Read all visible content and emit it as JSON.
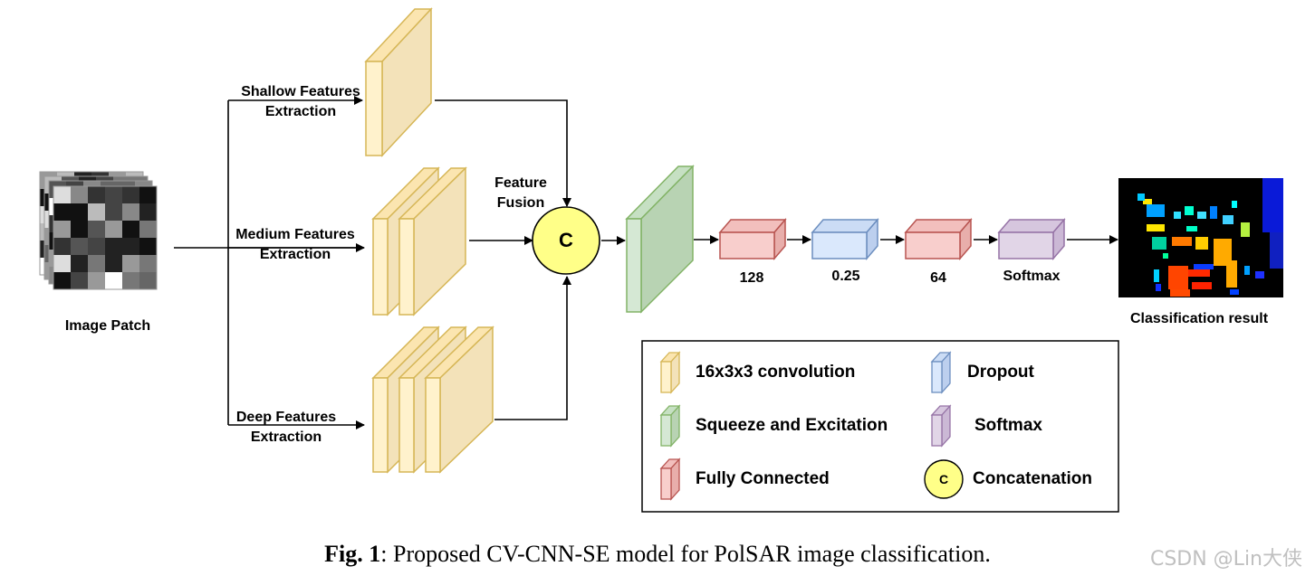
{
  "labels": {
    "image_patch": "Image Patch",
    "shallow_1": "Shallow Features",
    "shallow_2": "Extraction",
    "medium_1": "Medium Features",
    "medium_2": "Extraction",
    "deep_1": "Deep Features",
    "deep_2": "Extraction",
    "fusion_1": "Feature",
    "fusion_2": "Fusion",
    "concat_symbol": "C",
    "fc1": "128",
    "dropout": "0.25",
    "fc2": "64",
    "softmax": "Softmax",
    "result": "Classification result"
  },
  "legend": {
    "conv": "16x3x3 convolution",
    "se": "Squeeze and Excitation",
    "fc": "Fully Connected",
    "dropout": "Dropout",
    "softmax": "Softmax",
    "concat": "Concatenation",
    "concat_symbol": "C"
  },
  "caption": {
    "prefix": "Fig. 1",
    "text": ": Proposed CV-CNN-SE model for PolSAR image classification."
  },
  "watermark": "CSDN @Lin大侠",
  "colors": {
    "conv_fill": "#fff2cc",
    "conv_stroke": "#d6b656",
    "se_fill": "#d5e8d4",
    "se_stroke": "#82b366",
    "fc_fill": "#f8cecc",
    "fc_stroke": "#b85450",
    "dropout_fill": "#dae8fc",
    "dropout_stroke": "#6c8ebf",
    "softmax_fill": "#e1d5e7",
    "softmax_stroke": "#9673a6",
    "concat_fill": "#ffff88"
  }
}
